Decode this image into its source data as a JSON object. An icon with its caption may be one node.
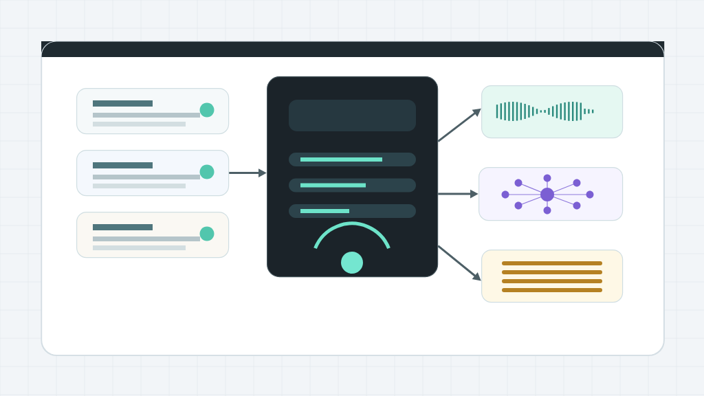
{
  "diagram": {
    "nodes": [
      {
        "text": [],
        "shape": "box"
      },
      {
        "text": [],
        "shape": "box",
        "in": 0
      },
      {
        "text": [],
        "shape": "box",
        "in": 0
      },
      {
        "text": [],
        "shape": "box",
        "in": 0
      },
      {
        "text": [],
        "shape": "box",
        "in": 0
      },
      {
        "text": [],
        "shape": "box",
        "in": 0
      },
      {
        "text": [],
        "shape": "box",
        "in": 0
      },
      {
        "text": [],
        "shape": "box",
        "in": 0
      }
    ],
    "edges": [
      {
        "from": 2,
        "to": 4,
        "arrow": "to"
      },
      {
        "from": 4,
        "to": 5,
        "arrow": "to"
      },
      {
        "from": 4,
        "to": 6,
        "arrow": "to"
      },
      {
        "from": 4,
        "to": 7,
        "arrow": "to"
      }
    ]
  }
}
